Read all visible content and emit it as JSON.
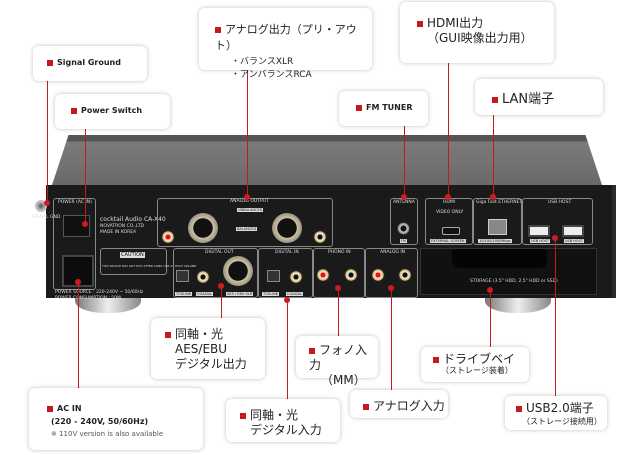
{
  "callouts": {
    "signal_ground": "Signal Ground",
    "power_switch": "Power Switch",
    "analog_out": {
      "title": "アナログ出力（プリ・アウト）",
      "items": [
        "・バランスXLR",
        "・アンバランスRCA"
      ]
    },
    "hdmi": {
      "title": "HDMI出力",
      "sub": "（GUI映像出力用）"
    },
    "fm_tuner": "FM TUNER",
    "lan": "LAN端子",
    "digital_out": {
      "lines": [
        "同軸・光",
        "AES/EBU",
        "デジタル出力"
      ]
    },
    "phono": {
      "title": "フォノ入力",
      "sub": "（MM）"
    },
    "drive_bay": {
      "title": "ドライブベイ",
      "sub": "（ストレージ装着）"
    },
    "ac_in": {
      "title": "AC IN",
      "sub": "(220 - 240V, 50/60Hz)",
      "note": "※ 110V version is also available"
    },
    "digital_in": {
      "lines": [
        "同軸・光",
        "デジタル入力"
      ]
    },
    "analog_in": "アナログ入力",
    "usb": {
      "title": "USB2.0端子",
      "sub": "（ストレージ接続用）"
    }
  },
  "device": {
    "power_label": "POWER (AC IN)",
    "brand": "cocktail Audio CA-X40",
    "maker": "NOVATRON CO.,LTD",
    "made_in": "MADE IN KOREA",
    "analog_output": "ANALOG OUTPUT",
    "unbalanced": "UNBALANCED",
    "balanced": "BALANCED",
    "caution": "CAUTION",
    "caution_text": "THIS DEVICE MAY GET HOT AFTER LONG USE AT HIGH VOLUME",
    "digital_out": "DIGITAL OUT",
    "digital_in": "DIGITAL IN",
    "phono_in": "PHONO IN",
    "analog_in": "ANALOG IN",
    "toslink": "TOSLINK",
    "coaxial": "COAXIAL",
    "aes": "AES / EBU XLR",
    "power_source": "POWER SOURCE : 220-240V ~ 50/60Hz",
    "power_consumption": "POWER CONSUMPTION : 50W",
    "antenna": "ANTENNA",
    "fm": "FM",
    "hdmi": "HDMI",
    "video_only": "VIDEO ONLY",
    "external_screen": "EXTERNAL SCREEN",
    "ethernet": "Giga Fast ETHERNET",
    "ethernet_speed": "10/100/1000Mbps",
    "usb_host": "USB HOST",
    "storage": "STORAGE (3.5\" HDD, 2.5\" HDD or SSD)",
    "signal_gnd": "SIGNAL GND",
    "r": "R",
    "l": "L"
  },
  "colors": {
    "accent": "#c41a1f",
    "panel": "#1a1a1b"
  }
}
